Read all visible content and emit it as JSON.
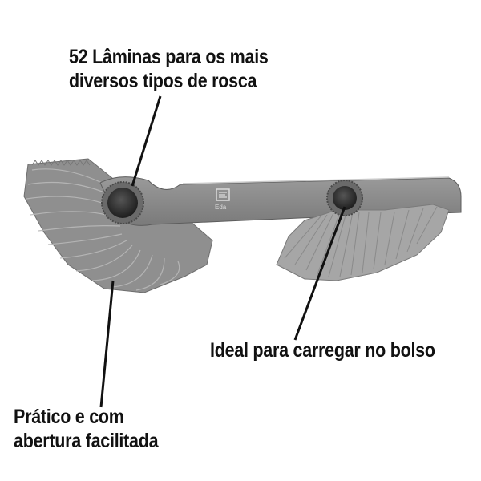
{
  "product": {
    "name": "Thread pitch gauge (52 blades)",
    "brand_mark": "Eda",
    "colors": {
      "steel": "#8c8c8c",
      "steel_light": "#a9a9a9",
      "steel_dark": "#5d5d5d",
      "rivet": "#2f2f2f",
      "callout_line": "#111111",
      "text": "#111111",
      "background": "#ffffff"
    }
  },
  "callouts": [
    {
      "id": "blades",
      "lines": [
        "52 Lâminas para os mais",
        "diversos tipos de rosca"
      ]
    },
    {
      "id": "pocket",
      "lines": [
        "Ideal para carregar no bolso"
      ]
    },
    {
      "id": "opening",
      "lines": [
        "Prático e com",
        "abertura facilitada"
      ]
    }
  ]
}
